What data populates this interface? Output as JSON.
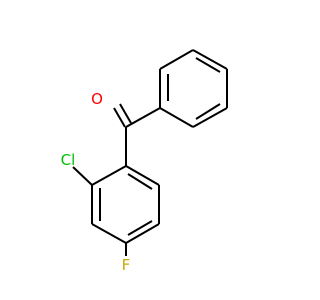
{
  "molecule": {
    "atoms": [
      {
        "id": "oxygen",
        "symbol": "O",
        "color": "#ff0000"
      },
      {
        "id": "chlorine",
        "symbol": "Cl",
        "color": "#00c000"
      },
      {
        "id": "fluorine",
        "symbol": "F",
        "color": "#c7a900"
      }
    ],
    "colors": {
      "bond": "#000000",
      "background": "#ffffff"
    }
  }
}
